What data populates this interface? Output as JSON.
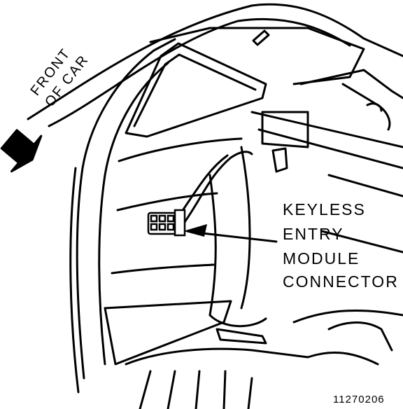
{
  "orientation": {
    "line1": "FRONT",
    "line2": "OF CAR"
  },
  "callout": {
    "line1": "KEYLESS",
    "line2": "ENTRY",
    "line3": "MODULE",
    "line4": "CONNECTOR"
  },
  "figure_number": "11270206"
}
